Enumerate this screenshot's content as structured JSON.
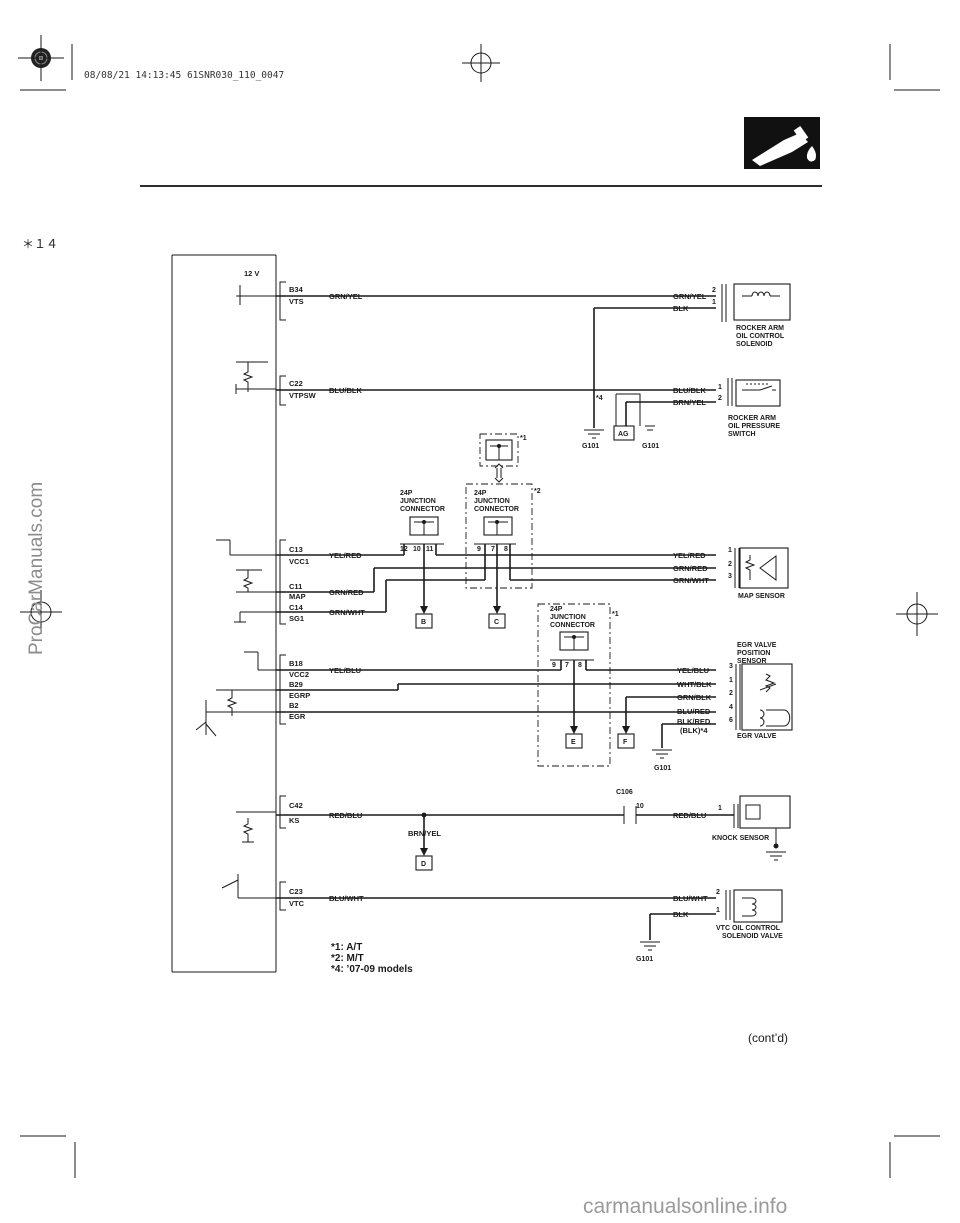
{
  "header": {
    "stamp": "08/08/21 14:13:45 61SNR030_110_0047",
    "page_marker": "＊１４",
    "cont": "(cont’d)"
  },
  "watermarks": {
    "side": "ProCarManuals.com",
    "footer": "carmanualsonline.info"
  },
  "section_icon": "fuel-and-emissions-icon",
  "ecm": {
    "supply": "12 V",
    "terminals": {
      "b34": "B34",
      "vts": "VTS",
      "c22": "C22",
      "vtpsw": "VTPSW",
      "c13": "C13",
      "vcc1": "VCC1",
      "c11": "C11",
      "map": "MAP",
      "c14": "C14",
      "sg1": "SG1",
      "b18": "B18",
      "vcc2": "VCC2",
      "b29": "B29",
      "egrp": "EGRP",
      "b2": "B2",
      "egr": "EGR",
      "c42": "C42",
      "ks": "KS",
      "c23": "C23",
      "vtc": "VTC"
    }
  },
  "wires": {
    "grn_yel": "GRN/YEL",
    "blk": "BLK",
    "blu_blk": "BLU/BLK",
    "brn_yel": "BRN/YEL",
    "yel_red": "YEL/RED",
    "grn_red": "GRN/RED",
    "grn_wht": "GRN/WHT",
    "yel_blu": "YEL/BLU",
    "wht_blk": "WHT/BLK",
    "grn_blk": "GRN/BLK",
    "blu_red": "BLU/RED",
    "blk_red": "BLK/RED",
    "blk_note": "(BLK)*4",
    "red_blu": "RED/BLU",
    "blu_wht": "BLU/WHT"
  },
  "components": {
    "rocker_solenoid": [
      "ROCKER ARM",
      "OIL CONTROL",
      "SOLENOID"
    ],
    "rocker_switch": [
      "ROCKER ARM",
      "OIL PRESSURE",
      "SWITCH"
    ],
    "map_sensor": "MAP SENSOR",
    "egr_sensor": [
      "EGR VALVE",
      "POSITION",
      "SENSOR"
    ],
    "egr_valve": "EGR VALVE",
    "knock_sensor": "KNOCK SENSOR",
    "vtc_valve": [
      "VTC OIL CONTROL",
      "SOLENOID VALVE"
    ]
  },
  "junctions": {
    "jc_line1": "24P",
    "jc_line2": "JUNCTION",
    "jc_line3": "CONNECTOR",
    "m1_pins": [
      "12",
      "10",
      "11"
    ],
    "m2_pins": [
      "9",
      "7",
      "8"
    ],
    "m3_pins": [
      "9",
      "7",
      "8"
    ],
    "c106": "C106",
    "c106_pin": "10"
  },
  "grounds": {
    "g101": "G101",
    "ag": "AG"
  },
  "pins": {
    "p1": "1",
    "p2": "2",
    "p3": "3",
    "p4": "4",
    "p6": "6"
  },
  "offpage": {
    "b": "B",
    "c": "C",
    "d": "D",
    "e": "E",
    "f": "F"
  },
  "star_marks": {
    "s1": "*1",
    "s2": "*2",
    "s4": "*4"
  },
  "notes": [
    "*1: A/T",
    "*2: M/T",
    "*4: ’07-09 models"
  ]
}
